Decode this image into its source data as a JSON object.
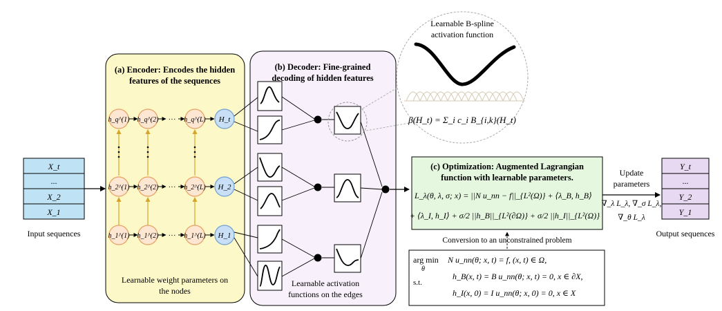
{
  "input": {
    "cells": [
      "X_t",
      "...",
      "X_2",
      "X_1"
    ],
    "caption": "Input sequences"
  },
  "encoder": {
    "title_line1": "(a) Encoder: Encodes the hidden",
    "title_line2": "features of the sequences",
    "caption_line1": "Learnable weight parameters on",
    "caption_line2": "the nodes",
    "rows": [
      {
        "nodes": [
          "h_q^(1)",
          "h_q^(2)",
          "h_q^(L)"
        ],
        "out": "H_t"
      },
      {
        "nodes": [
          "h_2^(1)",
          "h_2^(2)",
          "h_2^(L)"
        ],
        "out": "H_2"
      },
      {
        "nodes": [
          "h_1^(1)",
          "h_1^(2)",
          "h_1^(L)"
        ],
        "out": "H_1"
      }
    ],
    "ellipsis": "···"
  },
  "decoder": {
    "title_line1": "(b) Decoder: Fine-grained",
    "title_line2": "decoding of hidden features",
    "caption_line1": "Learnable activation",
    "caption_line2": "functions on the edges"
  },
  "zoom": {
    "title_line1": "Learnable B-spline",
    "title_line2": "activation function",
    "formula": "β(H_t) = Σ_i c_i B_{i,k}(H_t)"
  },
  "optimization": {
    "title_line1": "(c) Optimization: Augmented Lagrangian",
    "title_line2": "function with learnable parameters.",
    "eq_line1": "L_λ(θ, λ, σ; x) = ||N u_nn − f||_{L²(Ω)} + ⟨λ_B, h_B⟩",
    "eq_line2": "+ ⟨λ_I, h_I⟩ + σ/2 ||h_B||_{L²(∂Ω)} + σ/2 ||h_I||_{L²(Ω)}"
  },
  "conversion_label": "Conversion to an unconstrained problem",
  "problem": {
    "argmin": "arg min",
    "theta": "θ",
    "st": "s.t.",
    "c1": "N u_nn(θ; x, t) = f,  (x, t) ∈ Ω,",
    "c2": "h_B(x, t) = B u_nn(θ; x, t) = 0,  x ∈ ∂X,",
    "c3": "h_I(x, 0) = I u_nn(θ; x, 0) = 0,  x ∈ X"
  },
  "update": {
    "line1": "Update",
    "line2": "parameters",
    "grad1": "∇_λ L_λ, ∇_σ L_λ,",
    "grad2": "∇_θ L_λ"
  },
  "output": {
    "cells": [
      "Y_t",
      "...",
      "Y_2",
      "Y_1"
    ],
    "caption": "Output sequences"
  },
  "colors": {
    "seq_fill": "#bfe3f5",
    "out_fill": "#e8d9f2",
    "encoder_fill": "#fcf8c8",
    "decoder_fill": "#f8f0fa",
    "opt_fill": "#e6f7e0",
    "node_fill": "#fde6d2",
    "node_stroke": "#e8a060",
    "hnode_fill": "#c9dff5",
    "hnode_stroke": "#6e9fd6",
    "arrow_gold": "#d4a52a"
  }
}
